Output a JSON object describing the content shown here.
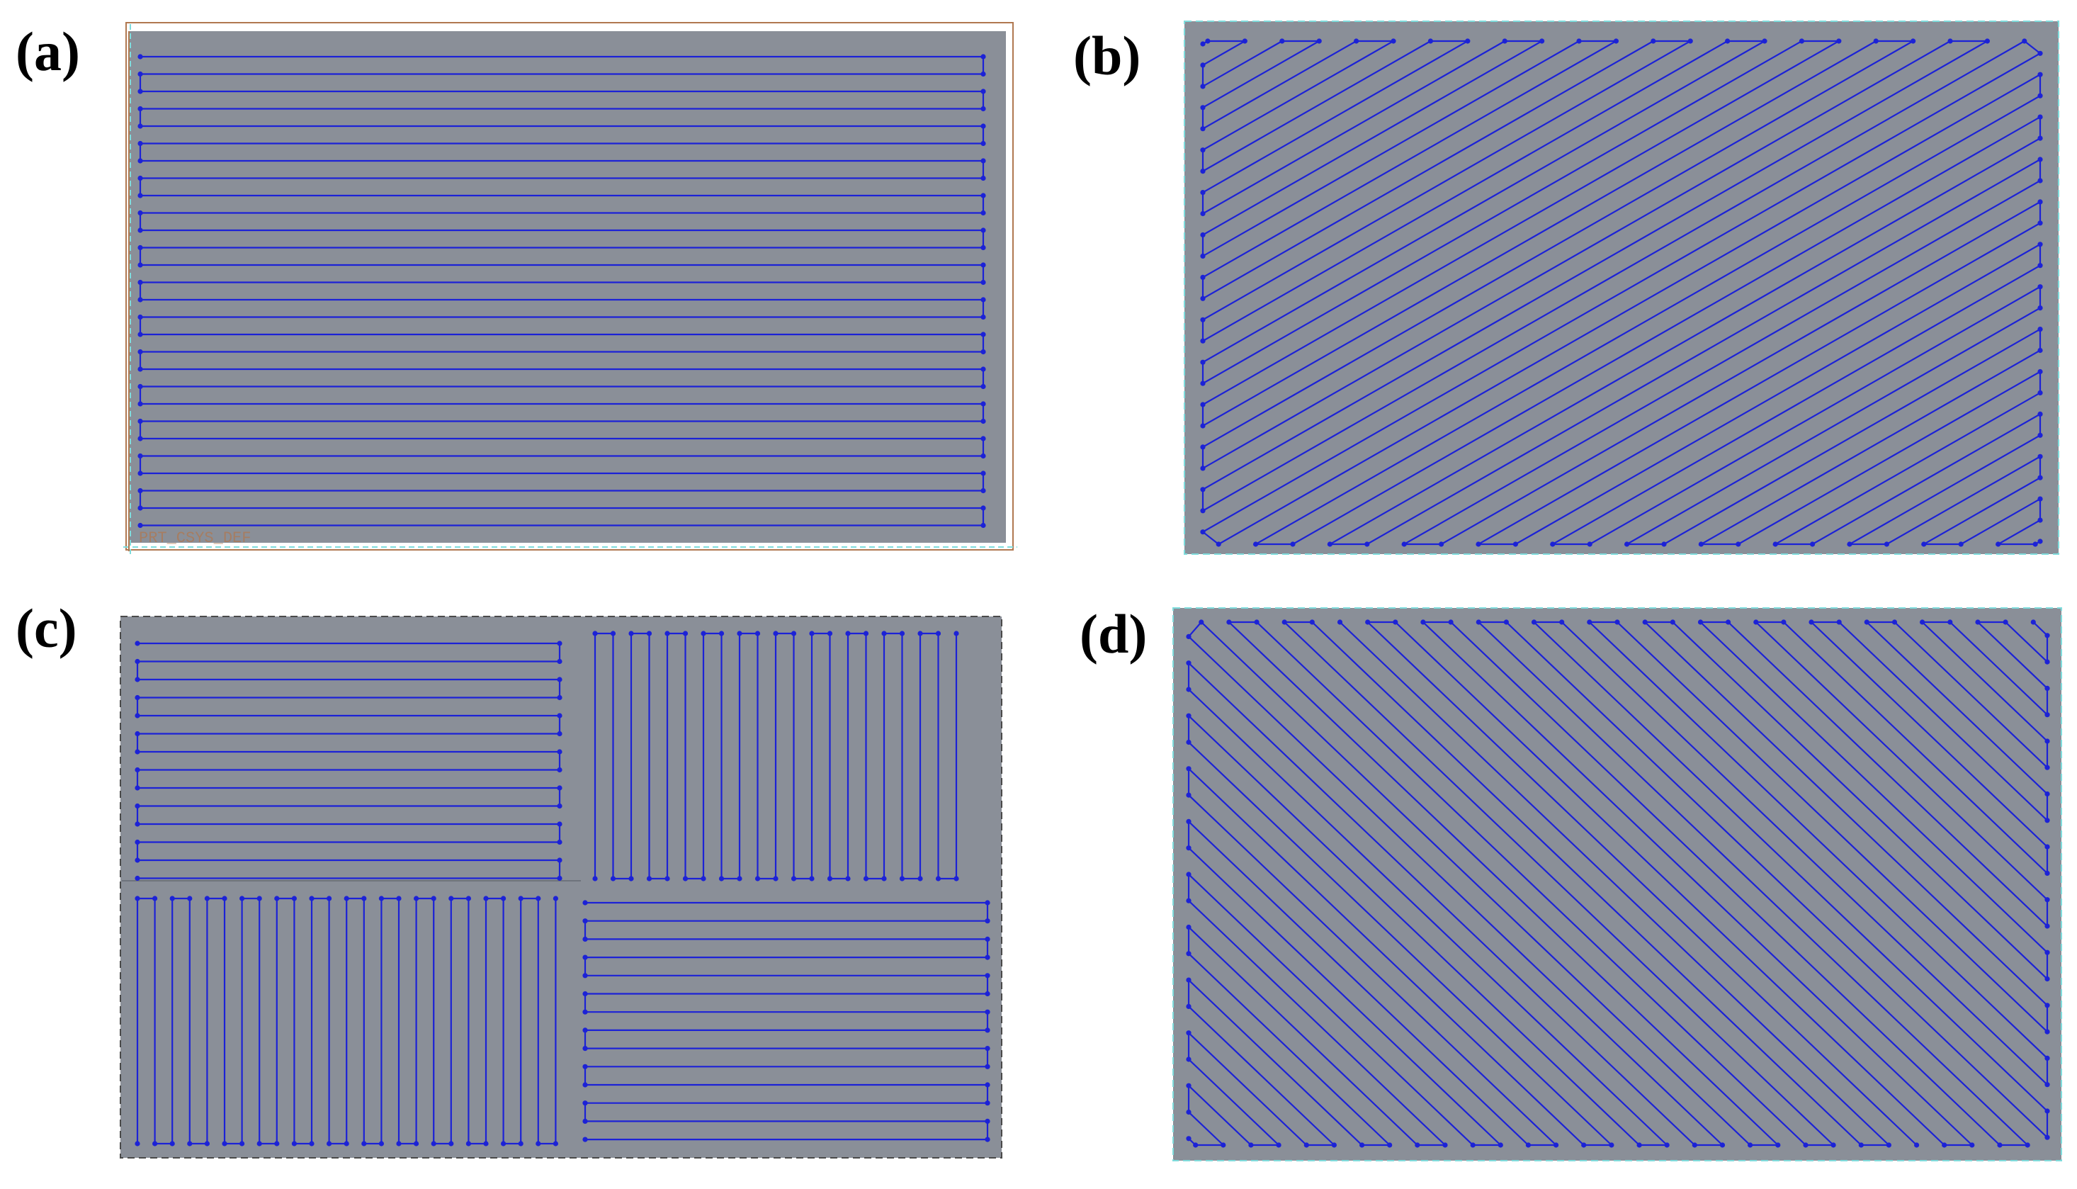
{
  "panels": [
    {
      "id": "a",
      "label": "(a)",
      "pattern": "zigzag-horizontal",
      "overlay_text": "PRT_CSYS_DEF"
    },
    {
      "id": "b",
      "label": "(b)",
      "pattern": "zigzag-diagonal"
    },
    {
      "id": "c",
      "label": "(c)",
      "pattern": "quadrant-alternating"
    },
    {
      "id": "d",
      "label": "(d)",
      "pattern": "diagonal-x-regions"
    }
  ],
  "colors": {
    "background": "#ffffff",
    "plate": "#8a8f98",
    "path": "#1c22d6",
    "frame_brown": "#b07850",
    "guide_cyan": "#7fdcdc",
    "border_dark": "#555555"
  }
}
